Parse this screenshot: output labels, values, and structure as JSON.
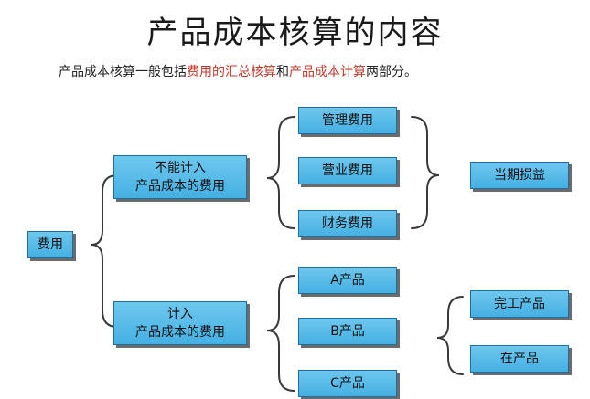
{
  "header": {
    "title": "产品成本核算的内容",
    "subtitle_parts": {
      "p1": "产品成本核算一般包括",
      "p2": "费用的汇总核算",
      "p3": "和",
      "p4": "产品成本计算",
      "p5": "两部分。"
    }
  },
  "colors": {
    "box_fill": "#4fb6e6",
    "box_border": "#1d6fa3",
    "highlight_text": "#c0392b"
  },
  "nodes": {
    "root": "费用",
    "not_included_line1": "不能计入",
    "not_included_line2": "产品成本的费用",
    "included_line1": "计入",
    "included_line2": "产品成本的费用",
    "management": "管理费用",
    "sales": "营业费用",
    "finance": "财务费用",
    "period_pl": "当期损益",
    "product_a": "A产品",
    "product_b": "B产品",
    "product_c": "C产品",
    "finished": "完工产品",
    "wip": "在产品"
  }
}
